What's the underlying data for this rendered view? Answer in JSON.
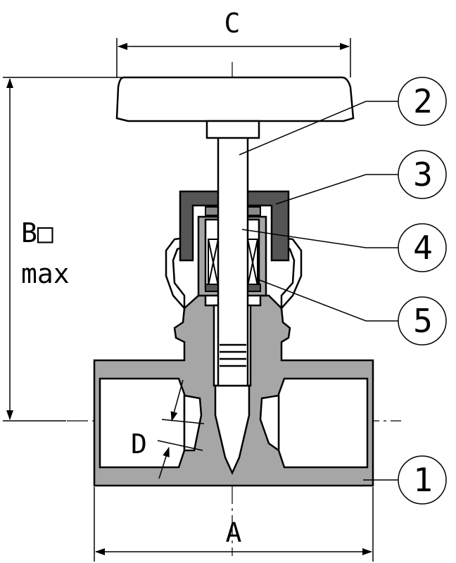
{
  "dimensions": {
    "A": "A",
    "B": "B□",
    "B_suffix": "max",
    "C": "C",
    "D": "D"
  },
  "callouts": [
    {
      "number": "1"
    },
    {
      "number": "2"
    },
    {
      "number": "3"
    },
    {
      "number": "4"
    },
    {
      "number": "5"
    }
  ],
  "colors": {
    "body": "#a6a6a6",
    "nut": "#555555",
    "line": "#000000",
    "background": "#ffffff"
  }
}
